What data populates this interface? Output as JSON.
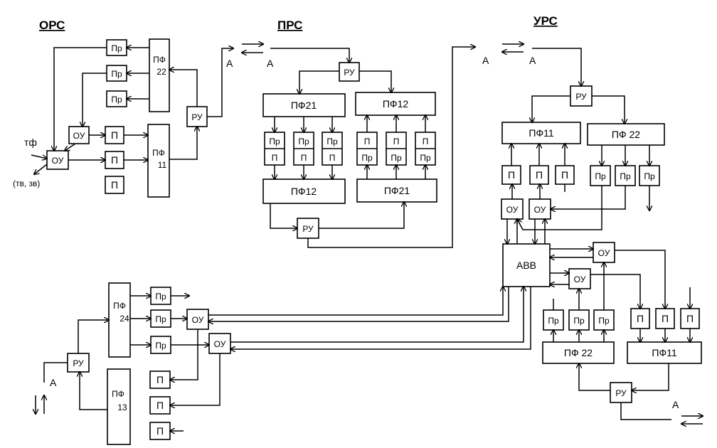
{
  "sections": {
    "ors": "ОРС",
    "prs": "ПРС",
    "urs": "УРС"
  },
  "labels": {
    "pr": "Пр",
    "p": "П",
    "ou": "ОУ",
    "ru": "РУ",
    "a": "А",
    "avv": "АВВ",
    "pf22": "ПФ 22",
    "pf22_l1": "ПФ",
    "pf22_l2": "22",
    "pf11": "ПФ11",
    "pf11_l1": "ПФ",
    "pf11_l2": "11",
    "pf21": "ПФ21",
    "pf12": "ПФ12",
    "pf24_l1": "ПФ",
    "pf24_l2": "24",
    "pf13_l1": "ПФ",
    "pf13_l2": "13",
    "tf": "тф",
    "te_zv": "(тв, зв)"
  }
}
